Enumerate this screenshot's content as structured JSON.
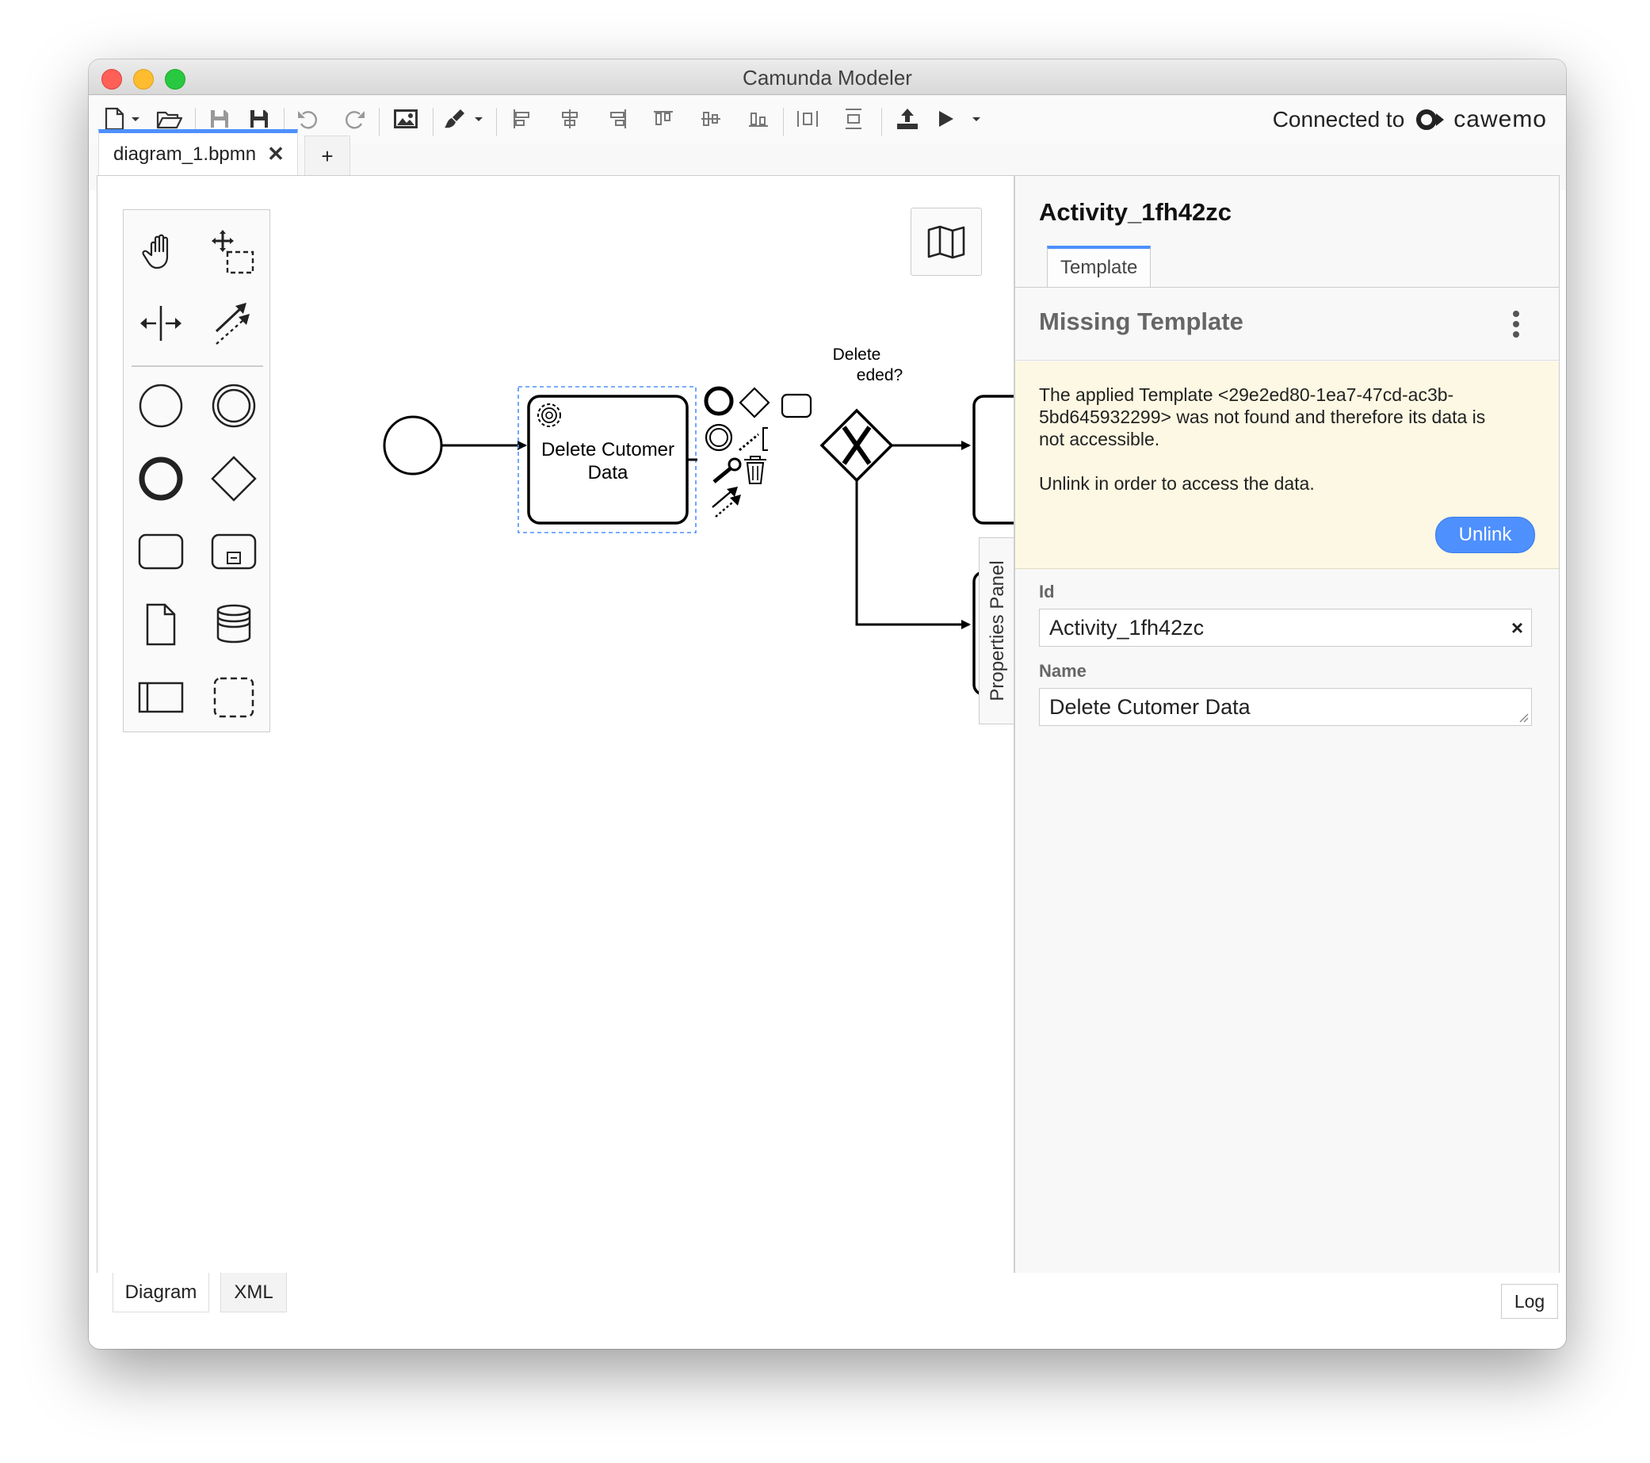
{
  "window": {
    "title": "Camunda Modeler"
  },
  "toolbar": {
    "buttons": [
      "new-file",
      "open-file",
      "save",
      "save-as",
      "undo",
      "redo",
      "export-image",
      "edit-color",
      "align-left",
      "align-center",
      "align-right",
      "align-top",
      "align-middle",
      "align-bottom",
      "distribute-horizontal",
      "distribute-vertical",
      "deploy",
      "start-instance"
    ],
    "connected_label": "Connected to",
    "brand": "cawemo"
  },
  "tabs": {
    "active": "diagram_1.bpmn",
    "close": "✕",
    "add": "+"
  },
  "palette": {
    "tools": [
      "hand-tool",
      "lasso-tool",
      "space-tool",
      "global-connect-tool"
    ],
    "elements": [
      "start-event",
      "intermediate-event",
      "end-event",
      "gateway",
      "task",
      "subprocess",
      "data-object",
      "data-store",
      "pool",
      "group"
    ]
  },
  "diagram": {
    "task_label_line1": "Delete Cutomer",
    "task_label_line2": "Data",
    "gateway_label_line1": "Delete",
    "gateway_label_line2": "eded?"
  },
  "properties_toggle": "Properties Panel",
  "panel": {
    "element_id": "Activity_1fh42zc",
    "tab": "Template",
    "group_title": "Missing Template",
    "warning_line1": "The applied Template <29e2ed80-1ea7-47cd-ac3b-",
    "warning_line2": "5bd645932299> was not found and therefore its data is",
    "warning_line3": "not accessible.",
    "warning_line4": "Unlink in order to access the data.",
    "unlink": "Unlink",
    "id_label": "Id",
    "id_value": "Activity_1fh42zc",
    "clear": "×",
    "name_label": "Name",
    "name_value": "Delete Cutomer Data"
  },
  "bottom_tabs": {
    "diagram": "Diagram",
    "xml": "XML",
    "log": "Log"
  },
  "colors": {
    "accent": "#4d90fe",
    "warning_bg": "#fcf8e3",
    "selection": "#4d90fe"
  }
}
